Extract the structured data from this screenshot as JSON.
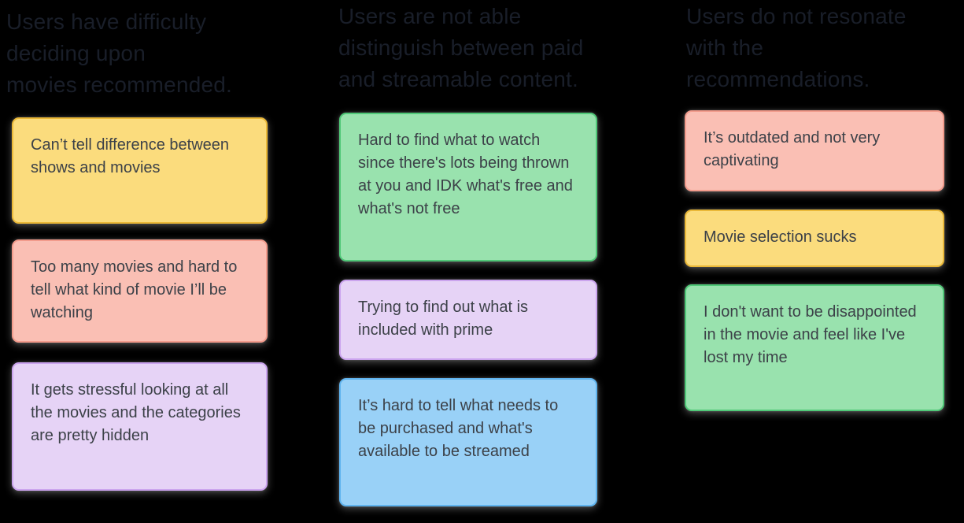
{
  "board": {
    "description": "Affinity map of user research quotes about a movie streaming service"
  },
  "palette": {
    "bg": "#000000",
    "heading-text": "#191e29",
    "note-text": "#3c4148",
    "yellow-fill": "#fbdc7d",
    "yellow-border": "#eab838",
    "salmon-fill": "#fabfb4",
    "salmon-border": "#f29b8c",
    "purple-fill": "#e6d3f6",
    "purple-border": "#cba4ee",
    "green-fill": "#99e2ae",
    "green-border": "#50c878",
    "blue-fill": "#99d1f7",
    "blue-border": "#5fb3ee"
  },
  "columns": [
    {
      "heading": "Users have difficulty\ndeciding upon\nmovies recommended.",
      "notes": [
        {
          "color": "yellow",
          "text": "Can’t tell difference between shows and movies"
        },
        {
          "color": "salmon",
          "text": "Too many movies and hard to tell what kind of movie I’ll be watching"
        },
        {
          "color": "purple",
          "text": "It gets stressful looking at all the movies and the categories are pretty hidden"
        }
      ]
    },
    {
      "heading": "Users are not able\ndistinguish between paid\nand streamable content.",
      "notes": [
        {
          "color": "green",
          "text": "Hard to find what to watch since there's lots being thrown at you and IDK what's free and what's not free"
        },
        {
          "color": "purple",
          "text": "Trying to find out what is included with prime"
        },
        {
          "color": "blue",
          "text": "It’s hard to tell what needs to be purchased and what's available to be streamed"
        }
      ]
    },
    {
      "heading": "Users do not resonate\nwith the\nrecommendations.",
      "notes": [
        {
          "color": "salmon",
          "text": "It’s outdated and not very captivating"
        },
        {
          "color": "yellow",
          "text": "Movie selection sucks"
        },
        {
          "color": "green",
          "text": "I don't want to be disappointed in the movie and feel like I've lost my time"
        }
      ]
    }
  ]
}
